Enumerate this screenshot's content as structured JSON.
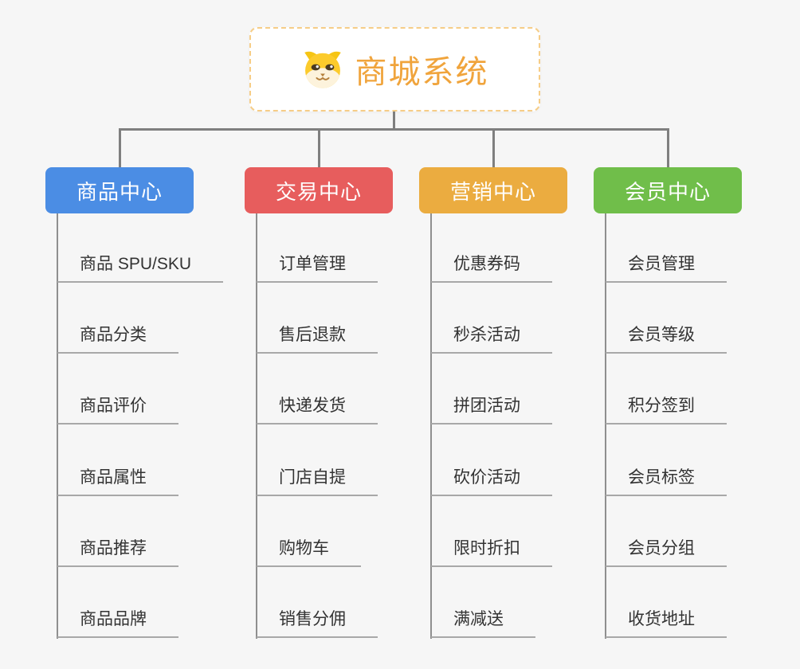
{
  "root": {
    "title": "商城系统",
    "text_color": "#f0a43c",
    "border_color": "#f6cd87",
    "icon": "dog-face-icon"
  },
  "connector_color": "#7f7f7f",
  "branches": [
    {
      "label": "商品中心",
      "color": "#4b8de4",
      "items": [
        "商品 SPU/SKU",
        "商品分类",
        "商品评价",
        "商品属性",
        "商品推荐",
        "商品品牌"
      ]
    },
    {
      "label": "交易中心",
      "color": "#e75d5d",
      "items": [
        "订单管理",
        "售后退款",
        "快递发货",
        "门店自提",
        "购物车",
        "销售分佣"
      ]
    },
    {
      "label": "营销中心",
      "color": "#ebac40",
      "items": [
        "优惠券码",
        "秒杀活动",
        "拼团活动",
        "砍价活动",
        "限时折扣",
        "满减送"
      ]
    },
    {
      "label": "会员中心",
      "color": "#70be4a",
      "items": [
        "会员管理",
        "会员等级",
        "积分签到",
        "会员标签",
        "会员分组",
        "收货地址"
      ]
    }
  ]
}
